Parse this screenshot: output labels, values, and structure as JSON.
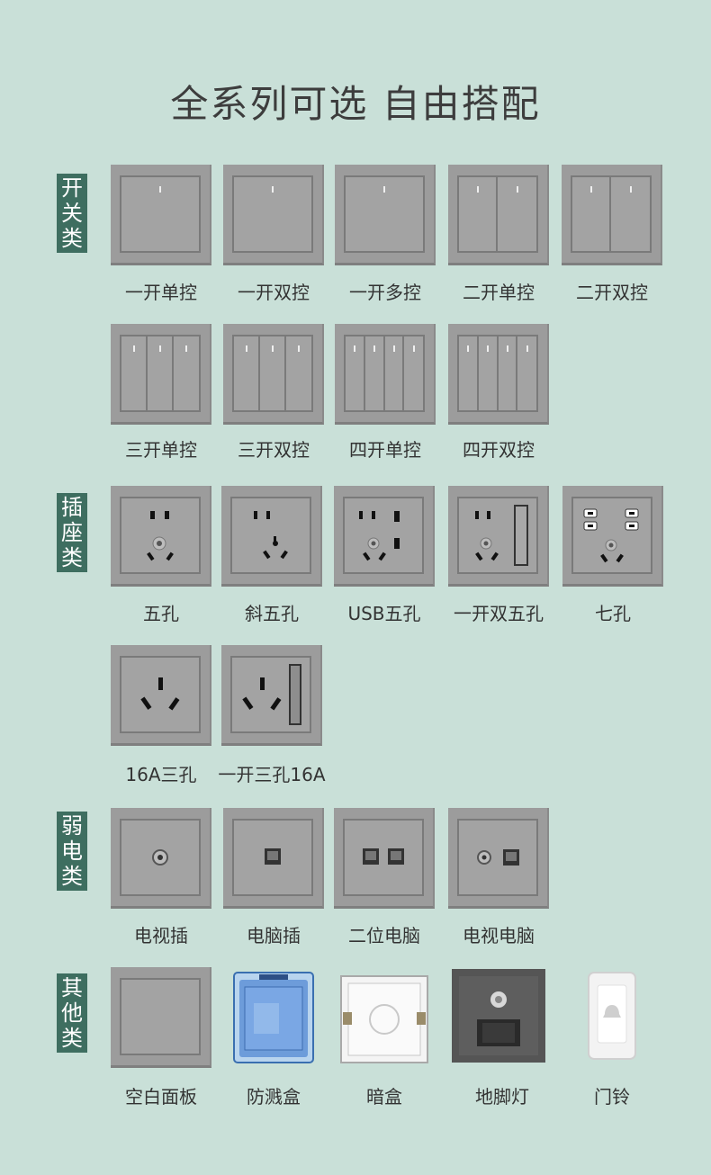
{
  "header": {
    "title": "全系列可选 自由搭配"
  },
  "categories": [
    {
      "chars": [
        "开",
        "关",
        "类"
      ]
    },
    {
      "chars": [
        "插",
        "座",
        "类"
      ]
    },
    {
      "chars": [
        "弱",
        "电",
        "类"
      ]
    },
    {
      "chars": [
        "其",
        "他",
        "类"
      ]
    }
  ],
  "switches": [
    "一开单控",
    "一开双控",
    "一开多控",
    "二开单控",
    "二开双控",
    "三开单控",
    "三开双控",
    "四开单控",
    "四开双控"
  ],
  "sockets": [
    "五孔",
    "斜五孔",
    "USB五孔",
    "一开双五孔",
    "七孔",
    "16A三孔",
    "一开三孔16A"
  ],
  "weak": [
    "电视插",
    "电脑插",
    "二位电脑",
    "电视电脑"
  ],
  "others": [
    "空白面板",
    "防溅盒",
    "暗盒",
    "地脚灯",
    "门铃"
  ],
  "colors": {
    "background": "#c9e0d8",
    "category_tag": "#3e6e60",
    "panel": "#9c9c9c"
  }
}
